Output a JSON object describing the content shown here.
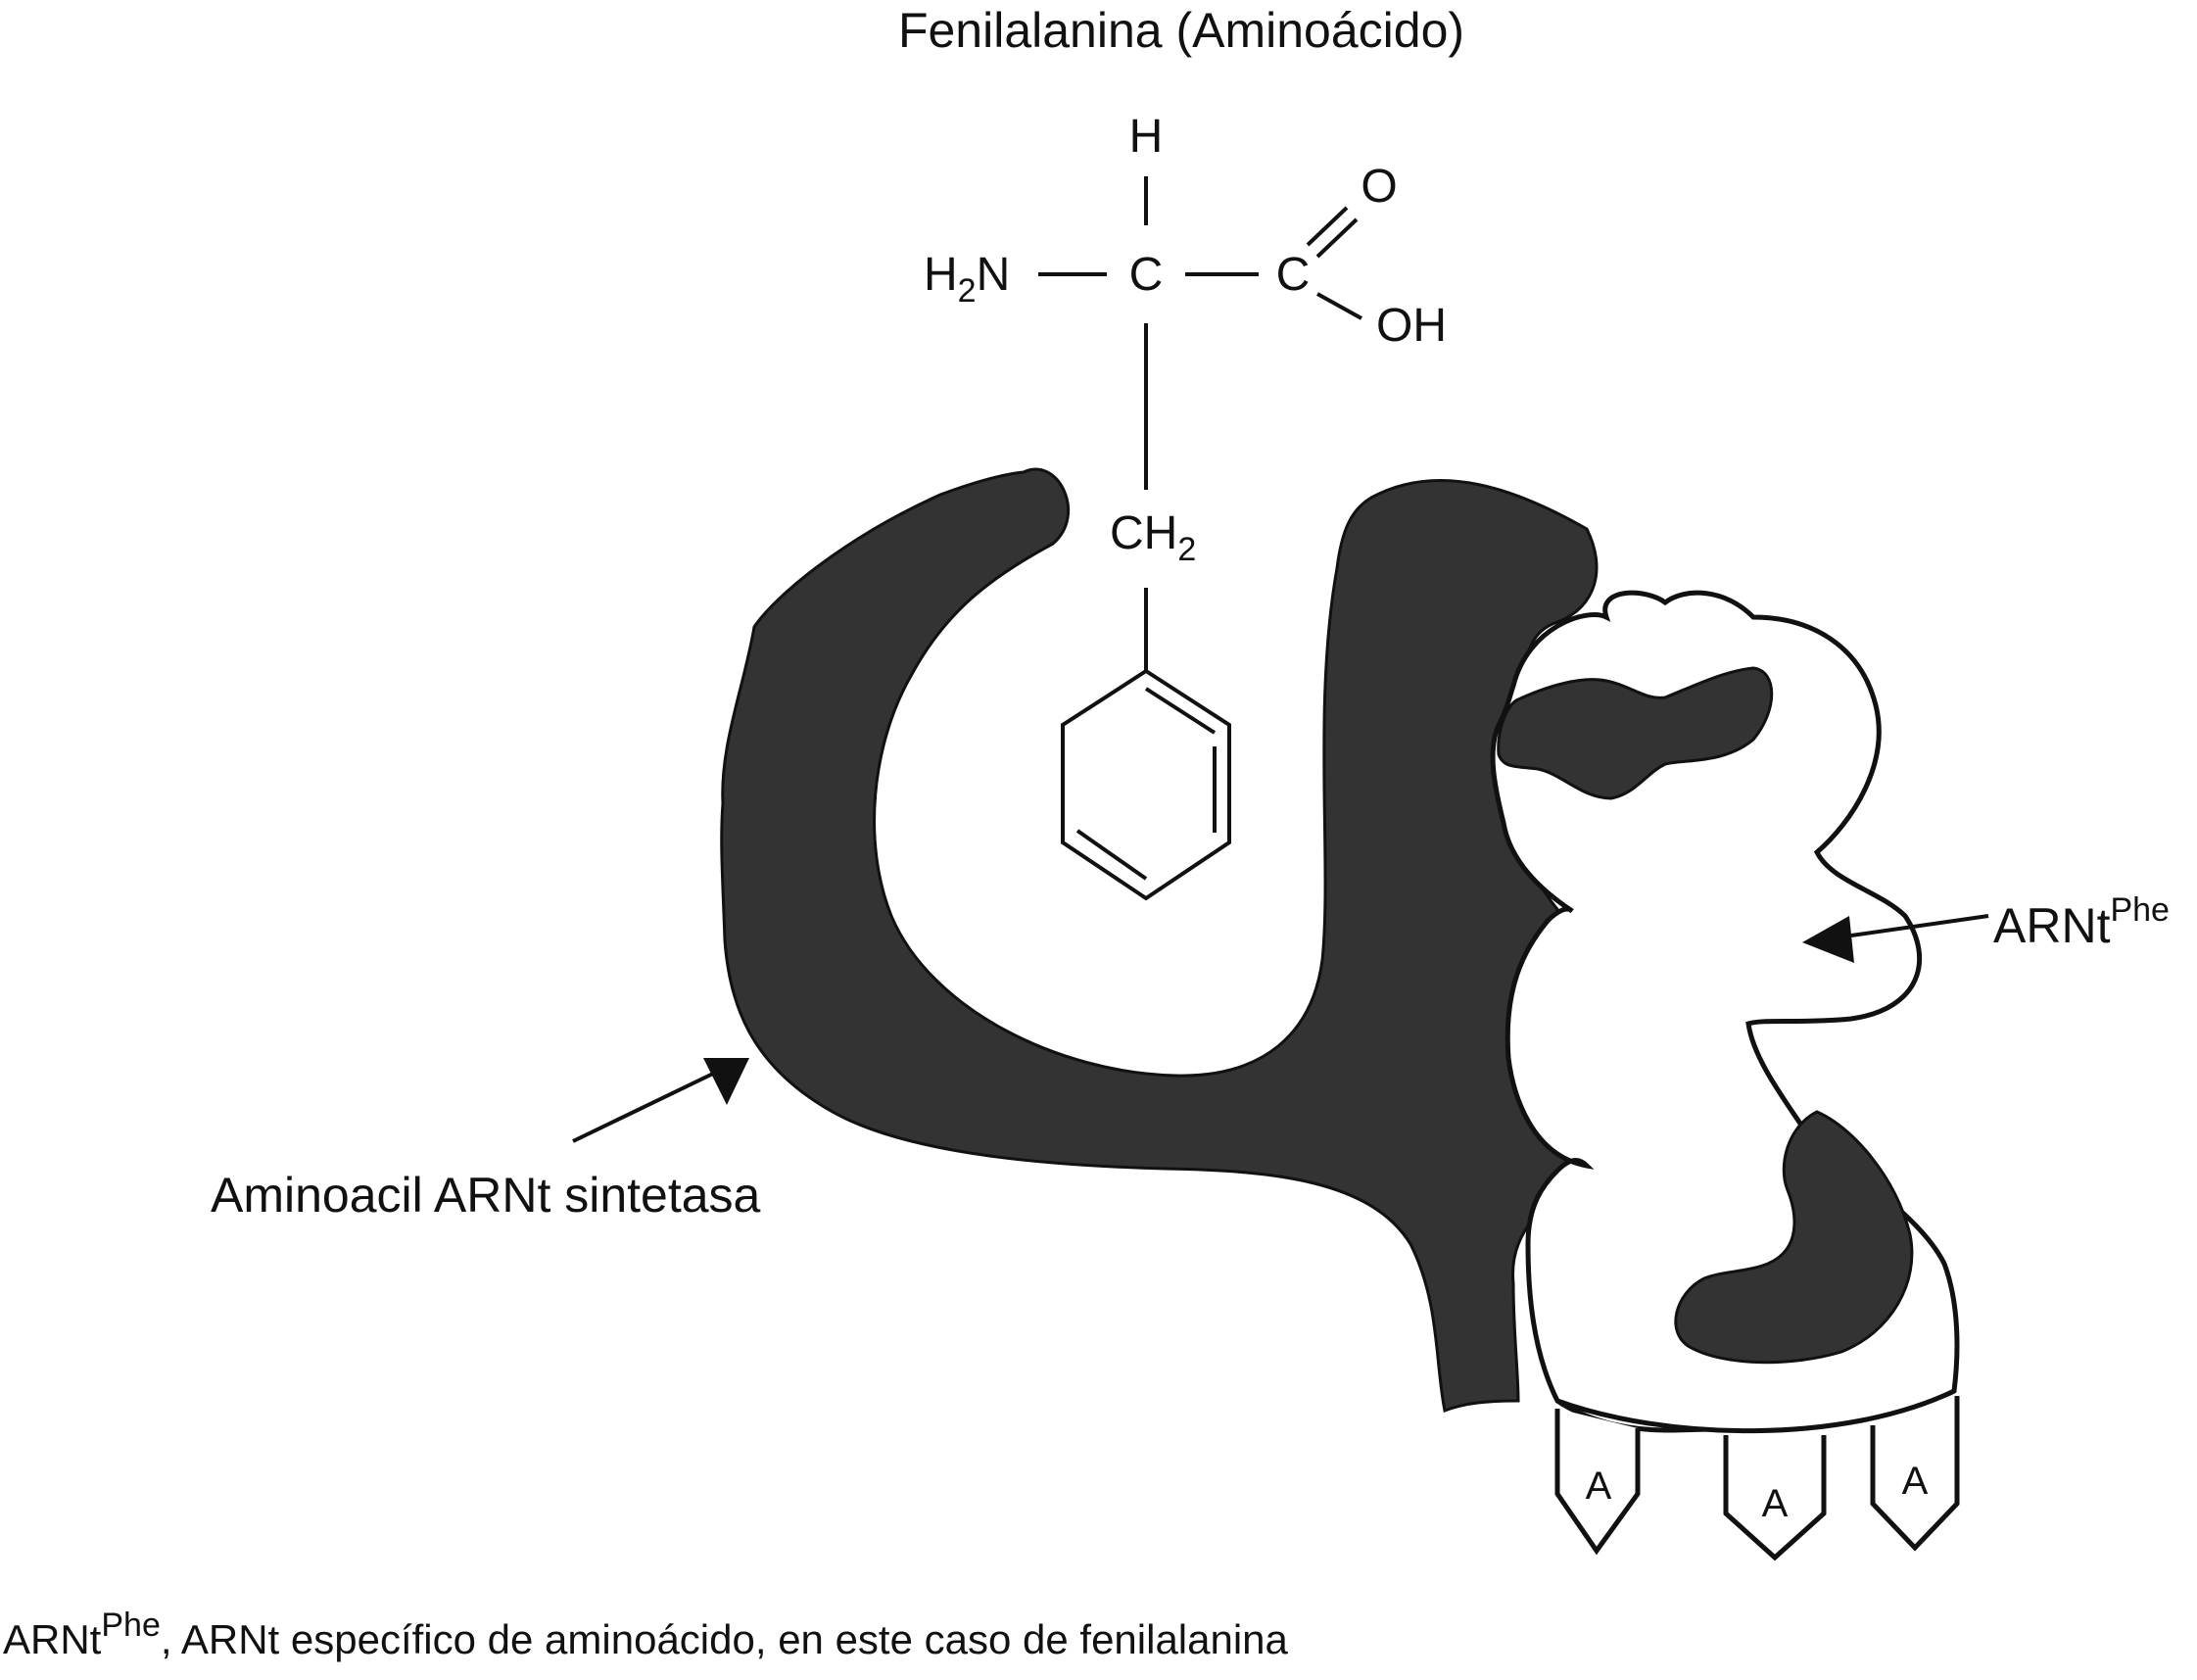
{
  "title": "Fenilalanina (Aminoácido)",
  "molecule": {
    "h_top": "H",
    "amine_main": "H",
    "amine_sub": "2",
    "amine_tail": "N",
    "alpha_carbon": "C",
    "carboxyl_carbon": "C",
    "carbonyl_oxygen": "O",
    "hydroxyl": "OH",
    "methylene_main": "CH",
    "methylene_sub": "2"
  },
  "labels": {
    "enzyme": "Aminoacil ARNt sintetasa",
    "trna_main": "ARNt",
    "trna_sup": "Phe"
  },
  "bases": [
    "A",
    "A",
    "A"
  ],
  "caption": {
    "lead": "ARNt",
    "lead_sup": "Phe",
    "rest": ", ARNt específico de aminoácido, en este caso de fenilalanina"
  },
  "colors": {
    "enzyme_fill": "#333333",
    "stroke": "#111111",
    "background": "#ffffff"
  }
}
